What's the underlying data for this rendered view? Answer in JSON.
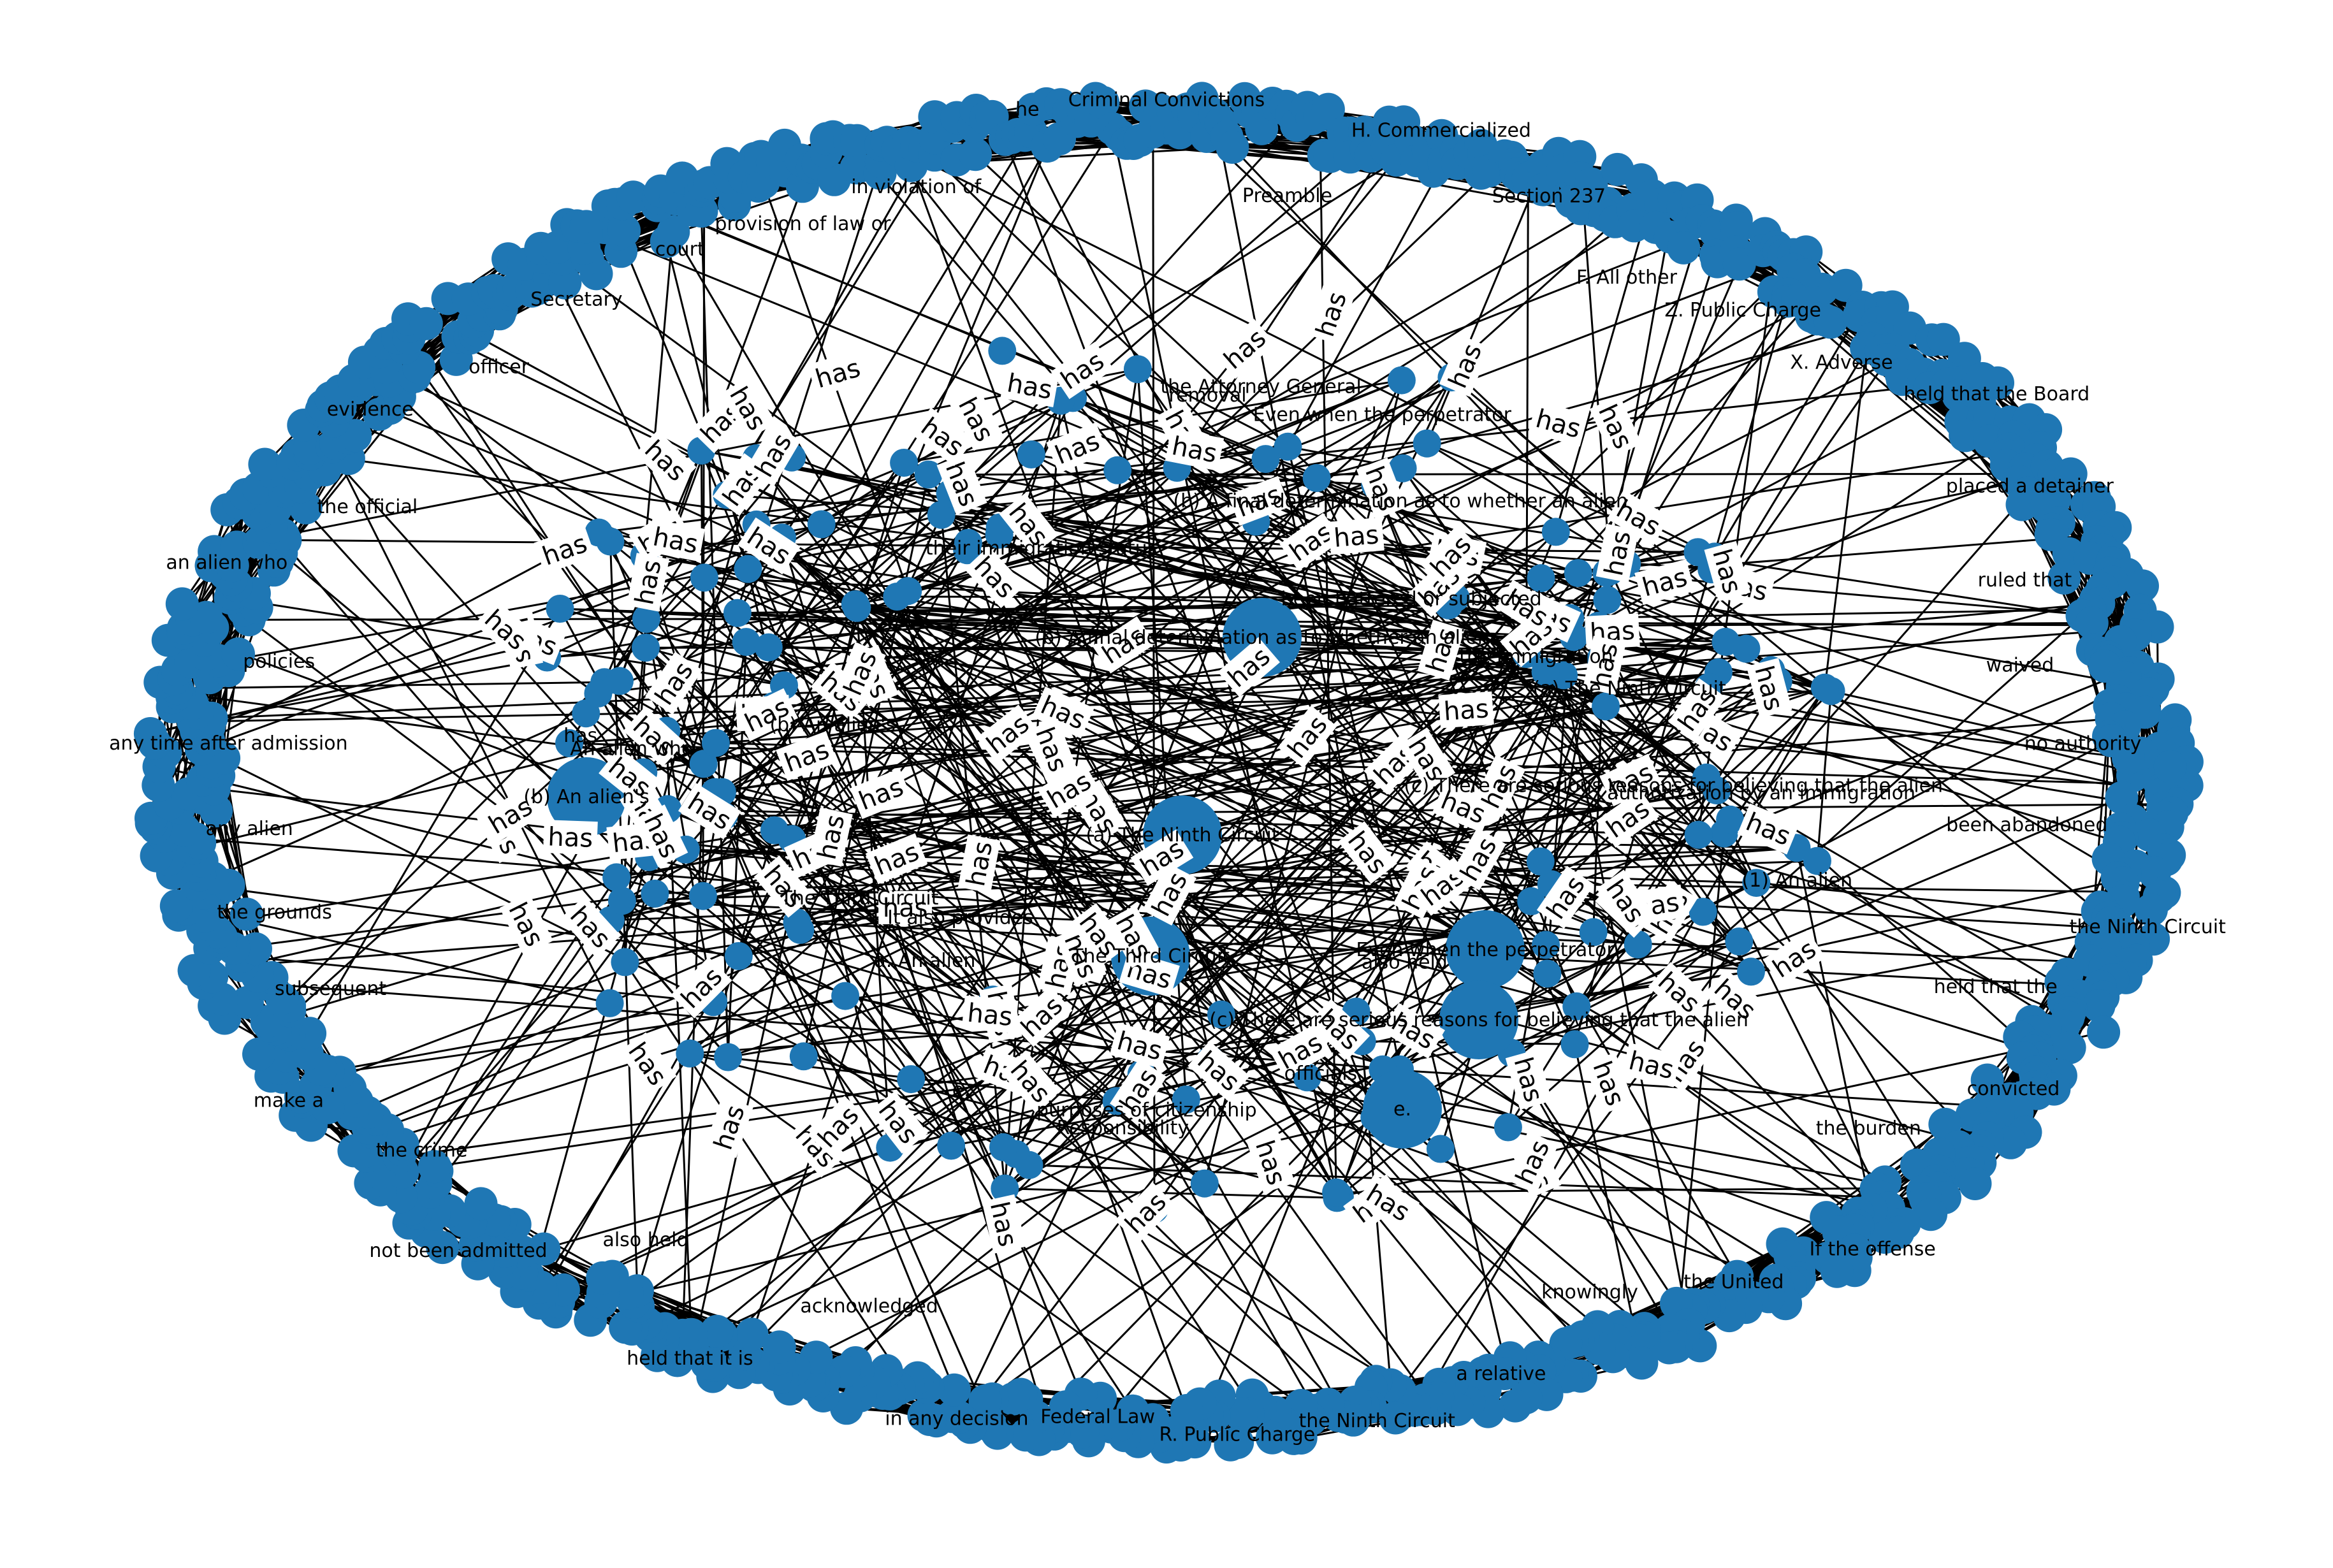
{
  "graph": {
    "node_color": "#1f77b4",
    "edge_color": "#000000",
    "label_color": "#000000",
    "background": "#ffffff",
    "edge_label": "has",
    "rings": [
      {
        "name": "outer-ring",
        "labels": [
          "Criminal Convictions",
          "Preamble",
          "H. Commercialized",
          "Section 237",
          "F. All other",
          "Z. Public Charge",
          "X. Adverse",
          "held that the Board",
          "placed a detainer",
          "ruled that",
          "waived",
          "no authority",
          "been abandoned",
          "the Ninth Circuit",
          "held that the",
          "convicted",
          "the burden",
          "If the offense",
          "the United",
          "knowingly",
          "a relative",
          "the Ninth Circuit",
          "R. Public Charge",
          "Federal Law",
          "in any decision",
          "acknowledged",
          "held that it is",
          "also held",
          "not been admitted",
          "the crime",
          "make a",
          "subsequent",
          "the grounds",
          "any alien",
          "any time after admission",
          "policies",
          "an alien who",
          "the official",
          "evidence",
          "officer",
          "Secretary",
          "court",
          "provision of law or",
          "in violation of",
          "he"
        ]
      },
      {
        "name": "inner-ring",
        "labels": [
          "(a) The Ninth Circuit",
          "The Third Circuit",
          "Even when the perpetrator",
          "(b) An alien's",
          "(b) A final determination as to whether an alien",
          "(c) There are serious reasons for believing that the alien",
          "e.",
          "the Attorney General",
          "also held",
          "purposes of citizenship",
          "(1) An alien",
          "An alien who",
          "been battered or subjected",
          "authorization by an immigration",
          "their immigration status",
          "officials",
          "removal",
          "It also provides",
          "the Immigration",
          "a. An alien",
          "has",
          "Responsibility"
        ]
      }
    ],
    "featured_nodes": [
      "(a) The Ninth Circuit",
      "The Third Circuit",
      "Even when the perpetrator",
      "(b) A final determination as to whether an alien",
      "(c) There are serious reasons for believing that the alien",
      "e.",
      "(b) An alien's"
    ]
  }
}
